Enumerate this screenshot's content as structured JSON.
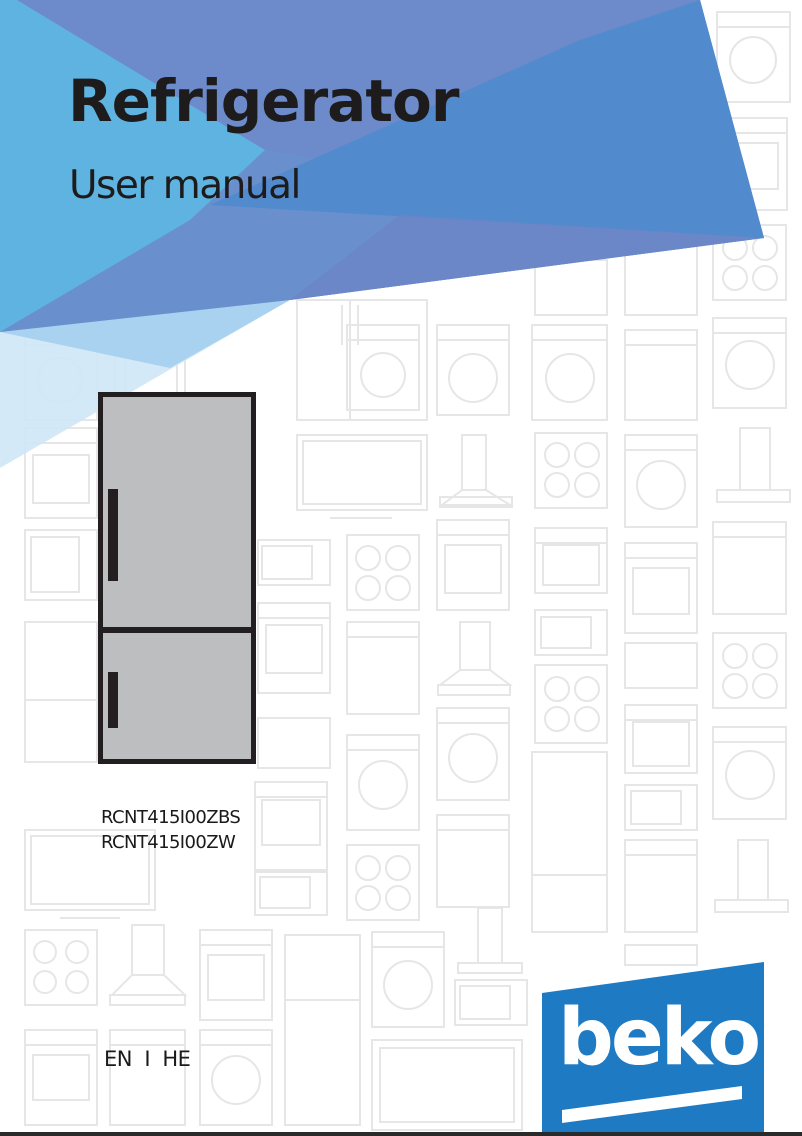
{
  "document": {
    "type": "User manual cover",
    "title": "Refrigerator",
    "subtitle": "User manual",
    "models": [
      "RCNT415I00ZBS",
      "RCNT415I00ZW"
    ],
    "languages": "EN  I  HE",
    "brand": {
      "name": "beko",
      "logo_color": "#1f7ac4",
      "logo_text_color": "#ffffff"
    }
  },
  "colors": {
    "cyan_band": "#5eb2df",
    "purple_band": "#6e88c8",
    "mid_blue_band": "#4f8bcd",
    "pale_blue": "#cde6f6",
    "light_blue": "#9fcbec",
    "icon_outline": "#e4e4e4",
    "fridge_body": "#bdbebf",
    "fridge_outline": "#231f20",
    "text": "#1d1b1b"
  },
  "illustration": {
    "product": "bottom-freezer refrigerator",
    "background_pattern": "appliance outline icons (washers, ovens, hobs, hoods, microwaves, fridges, TVs, dishwashers)"
  }
}
